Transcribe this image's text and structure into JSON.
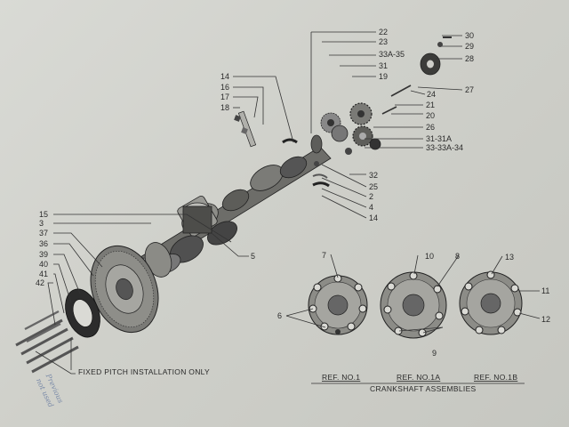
{
  "callouts_main": {
    "c22": "22",
    "c23": "23",
    "c33a35": "33A-35",
    "c31": "31",
    "c19": "19",
    "c30": "30",
    "c29": "29",
    "c28": "28",
    "c27": "27",
    "c24": "24",
    "c21": "21",
    "c20": "20",
    "c26": "26",
    "c3131a": "31-31A",
    "c3333a34": "33-33A-34",
    "c14a": "14",
    "c16": "16",
    "c17": "17",
    "c18": "18",
    "c32": "32",
    "c25": "25",
    "c2": "2",
    "c4": "4",
    "c14b": "14",
    "c15": "15",
    "c3": "3",
    "c37": "37",
    "c36": "36",
    "c39": "39",
    "c40": "40",
    "c41": "41",
    "c42": "42",
    "c5": "5"
  },
  "callouts_assemblies": {
    "c7": "7",
    "c10": "10",
    "c8": "8",
    "c13": "13",
    "c11": "11",
    "c6": "6",
    "c9": "9",
    "c12": "12"
  },
  "captions": {
    "fixed_pitch": "FIXED PITCH INSTALLATION ONLY",
    "ref1": "REF. NO.1",
    "ref1a": "REF. NO.1A",
    "ref1b": "REF. NO.1B",
    "assemblies": "CRANKSHAFT ASSEMBLIES"
  },
  "handwriting": {
    "line1": "Previous",
    "line2": "not used"
  },
  "colors": {
    "paper": "#d3d4cf",
    "ink": "#2a2a2a",
    "metal_dark": "#3a3a3a",
    "metal_light": "#b9b9b4"
  }
}
